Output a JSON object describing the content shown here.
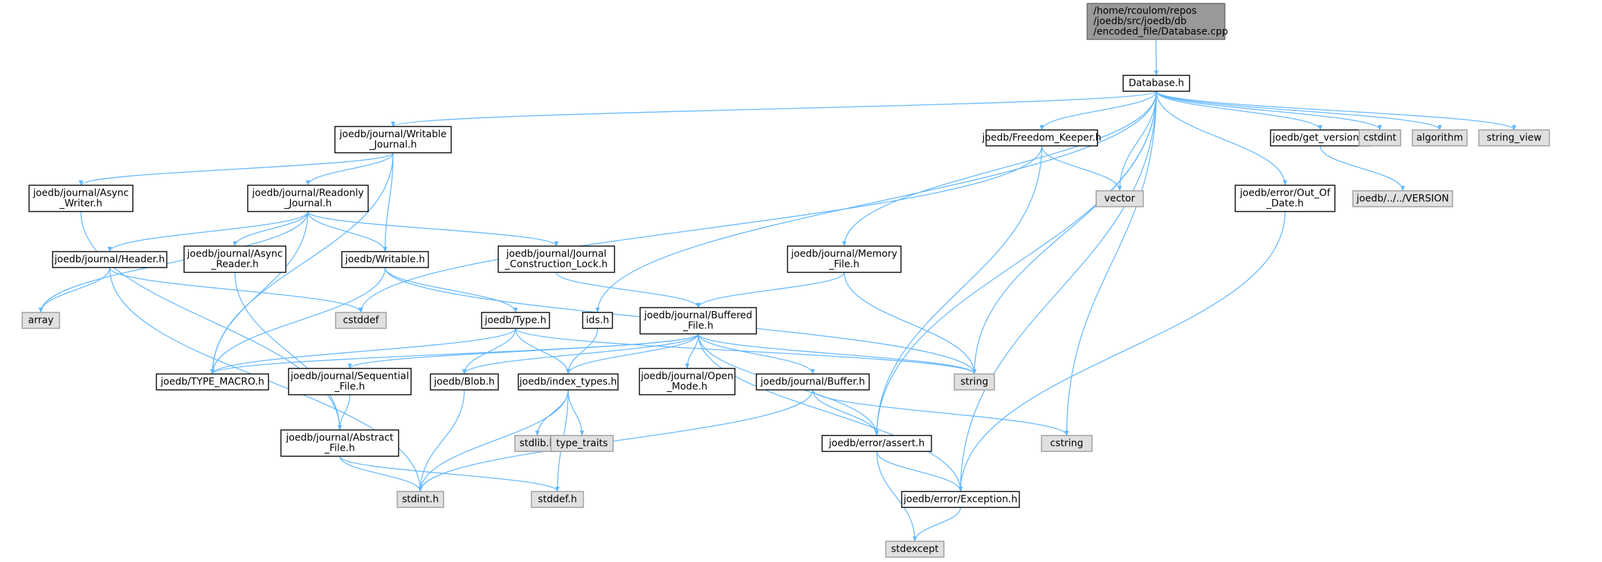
{
  "colors": {
    "edge": "#63b8ff",
    "root_fill": "#999999",
    "root_border": "#666666",
    "file_fill": "#ffffff",
    "file_border": "#000000",
    "system_fill": "#e0e0e0",
    "system_border": "#999999"
  },
  "nodes": [
    {
      "id": "root",
      "kind": "root",
      "lines": [
        "/home/rcoulom/repos",
        "/joedb/src/joedb/db",
        "/encoded_file/Database.cpp"
      ]
    },
    {
      "id": "database_h",
      "kind": "file",
      "lines": [
        "Database.h"
      ]
    },
    {
      "id": "writable_journal",
      "kind": "file",
      "lines": [
        "joedb/journal/Writable",
        "_Journal.h"
      ]
    },
    {
      "id": "freedom_keeper",
      "kind": "file",
      "lines": [
        "joedb/Freedom_Keeper.h"
      ]
    },
    {
      "id": "get_version",
      "kind": "file",
      "lines": [
        "joedb/get_version.h"
      ]
    },
    {
      "id": "cstdint",
      "kind": "system",
      "lines": [
        "cstdint"
      ]
    },
    {
      "id": "algorithm",
      "kind": "system",
      "lines": [
        "algorithm"
      ]
    },
    {
      "id": "string_view",
      "kind": "system",
      "lines": [
        "string_view"
      ]
    },
    {
      "id": "async_writer",
      "kind": "file",
      "lines": [
        "joedb/journal/Async",
        "_Writer.h"
      ]
    },
    {
      "id": "readonly_journal",
      "kind": "file",
      "lines": [
        "joedb/journal/Readonly",
        "_Journal.h"
      ]
    },
    {
      "id": "vector",
      "kind": "system",
      "lines": [
        "vector"
      ]
    },
    {
      "id": "out_of_date",
      "kind": "file",
      "lines": [
        "joedb/error/Out_Of",
        "_Date.h"
      ]
    },
    {
      "id": "version_file",
      "kind": "system",
      "lines": [
        "joedb/../../VERSION"
      ]
    },
    {
      "id": "header_h",
      "kind": "file",
      "lines": [
        "joedb/journal/Header.h"
      ]
    },
    {
      "id": "async_reader",
      "kind": "file",
      "lines": [
        "joedb/journal/Async",
        "_Reader.h"
      ]
    },
    {
      "id": "writable_h",
      "kind": "file",
      "lines": [
        "joedb/Writable.h"
      ]
    },
    {
      "id": "journal_lock",
      "kind": "file",
      "lines": [
        "joedb/journal/Journal",
        "_Construction_Lock.h"
      ]
    },
    {
      "id": "memory_file",
      "kind": "file",
      "lines": [
        "joedb/journal/Memory",
        "_File.h"
      ]
    },
    {
      "id": "array",
      "kind": "system",
      "lines": [
        "array"
      ]
    },
    {
      "id": "cstddef",
      "kind": "system",
      "lines": [
        "cstddef"
      ]
    },
    {
      "id": "type_h",
      "kind": "file",
      "lines": [
        "joedb/Type.h"
      ]
    },
    {
      "id": "ids_h",
      "kind": "file",
      "lines": [
        "ids.h"
      ]
    },
    {
      "id": "buffered_file",
      "kind": "file",
      "lines": [
        "joedb/journal/Buffered",
        "_File.h"
      ]
    },
    {
      "id": "type_macro",
      "kind": "file",
      "lines": [
        "joedb/TYPE_MACRO.h"
      ]
    },
    {
      "id": "sequential_file",
      "kind": "file",
      "lines": [
        "joedb/journal/Sequential",
        "_File.h"
      ]
    },
    {
      "id": "blob_h",
      "kind": "file",
      "lines": [
        "joedb/Blob.h"
      ]
    },
    {
      "id": "index_types",
      "kind": "file",
      "lines": [
        "joedb/index_types.h"
      ]
    },
    {
      "id": "open_mode",
      "kind": "file",
      "lines": [
        "joedb/journal/Open",
        "_Mode.h"
      ]
    },
    {
      "id": "buffer_h",
      "kind": "file",
      "lines": [
        "joedb/journal/Buffer.h"
      ]
    },
    {
      "id": "string",
      "kind": "system",
      "lines": [
        "string"
      ]
    },
    {
      "id": "abstract_file",
      "kind": "file",
      "lines": [
        "joedb/journal/Abstract",
        "_File.h"
      ]
    },
    {
      "id": "stdlib_h",
      "kind": "system",
      "lines": [
        "stdlib.h"
      ]
    },
    {
      "id": "type_traits",
      "kind": "system",
      "lines": [
        "type_traits"
      ]
    },
    {
      "id": "assert_h",
      "kind": "file",
      "lines": [
        "joedb/error/assert.h"
      ]
    },
    {
      "id": "cstring",
      "kind": "system",
      "lines": [
        "cstring"
      ]
    },
    {
      "id": "stdint_h",
      "kind": "system",
      "lines": [
        "stdint.h"
      ]
    },
    {
      "id": "stddef_h",
      "kind": "system",
      "lines": [
        "stddef.h"
      ]
    },
    {
      "id": "exception_h",
      "kind": "file",
      "lines": [
        "joedb/error/Exception.h"
      ]
    },
    {
      "id": "stdexcept",
      "kind": "system",
      "lines": [
        "stdexcept"
      ]
    }
  ],
  "edges": [
    [
      "root",
      "database_h"
    ],
    [
      "database_h",
      "writable_journal"
    ],
    [
      "database_h",
      "freedom_keeper"
    ],
    [
      "database_h",
      "get_version"
    ],
    [
      "database_h",
      "cstdint"
    ],
    [
      "database_h",
      "algorithm"
    ],
    [
      "database_h",
      "string_view"
    ],
    [
      "database_h",
      "vector"
    ],
    [
      "database_h",
      "out_of_date"
    ],
    [
      "database_h",
      "memory_file"
    ],
    [
      "database_h",
      "ids_h"
    ],
    [
      "database_h",
      "string"
    ],
    [
      "database_h",
      "assert_h"
    ],
    [
      "database_h",
      "cstring"
    ],
    [
      "database_h",
      "exception_h"
    ],
    [
      "writable_journal",
      "async_writer"
    ],
    [
      "writable_journal",
      "readonly_journal"
    ],
    [
      "writable_journal",
      "writable_h"
    ],
    [
      "writable_journal",
      "type_macro"
    ],
    [
      "freedom_keeper",
      "vector"
    ],
    [
      "freedom_keeper",
      "cstddef"
    ],
    [
      "freedom_keeper",
      "assert_h"
    ],
    [
      "get_version",
      "version_file"
    ],
    [
      "out_of_date",
      "exception_h"
    ],
    [
      "async_writer",
      "abstract_file"
    ],
    [
      "readonly_journal",
      "header_h"
    ],
    [
      "readonly_journal",
      "async_reader"
    ],
    [
      "readonly_journal",
      "writable_h"
    ],
    [
      "readonly_journal",
      "journal_lock"
    ],
    [
      "readonly_journal",
      "array"
    ],
    [
      "readonly_journal",
      "type_macro"
    ],
    [
      "header_h",
      "array"
    ],
    [
      "header_h",
      "cstddef"
    ],
    [
      "header_h",
      "stdint_h"
    ],
    [
      "async_reader",
      "abstract_file"
    ],
    [
      "writable_h",
      "type_h"
    ],
    [
      "writable_h",
      "type_macro"
    ],
    [
      "writable_h",
      "string"
    ],
    [
      "journal_lock",
      "buffered_file"
    ],
    [
      "memory_file",
      "buffered_file"
    ],
    [
      "memory_file",
      "string"
    ],
    [
      "type_h",
      "type_macro"
    ],
    [
      "type_h",
      "blob_h"
    ],
    [
      "type_h",
      "index_types"
    ],
    [
      "type_h",
      "string"
    ],
    [
      "ids_h",
      "index_types"
    ],
    [
      "buffered_file",
      "type_macro"
    ],
    [
      "buffered_file",
      "sequential_file"
    ],
    [
      "buffered_file",
      "blob_h"
    ],
    [
      "buffered_file",
      "index_types"
    ],
    [
      "buffered_file",
      "open_mode"
    ],
    [
      "buffered_file",
      "buffer_h"
    ],
    [
      "buffered_file",
      "string"
    ],
    [
      "buffered_file",
      "assert_h"
    ],
    [
      "buffered_file",
      "exception_h"
    ],
    [
      "sequential_file",
      "abstract_file"
    ],
    [
      "blob_h",
      "stdint_h"
    ],
    [
      "index_types",
      "stdlib_h"
    ],
    [
      "index_types",
      "type_traits"
    ],
    [
      "index_types",
      "stdint_h"
    ],
    [
      "index_types",
      "stddef_h"
    ],
    [
      "buffer_h",
      "assert_h"
    ],
    [
      "buffer_h",
      "cstring"
    ],
    [
      "buffer_h",
      "stdint_h"
    ],
    [
      "abstract_file",
      "stdint_h"
    ],
    [
      "abstract_file",
      "stddef_h"
    ],
    [
      "assert_h",
      "exception_h"
    ],
    [
      "assert_h",
      "stdexcept"
    ],
    [
      "exception_h",
      "stdexcept"
    ]
  ]
}
